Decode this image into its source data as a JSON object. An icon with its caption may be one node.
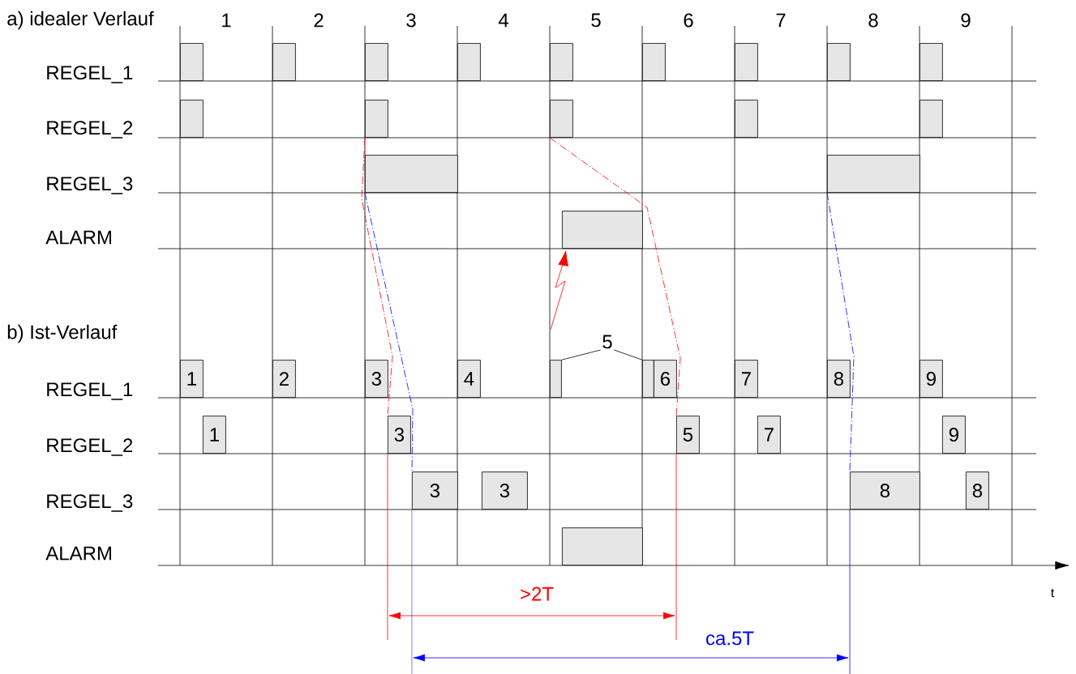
{
  "diagram": {
    "nodes": [
      {
        "text": [],
        "shape": "box"
      },
      {
        "text": [],
        "shape": "box"
      },
      {
        "text": [],
        "shape": "box"
      },
      {
        "text": [],
        "shape": "box"
      },
      {
        "text": [],
        "shape": "box"
      },
      {
        "text": [],
        "shape": "box"
      },
      {
        "text": [],
        "shape": "box"
      },
      {
        "text": [],
        "shape": "box"
      },
      {
        "text": [],
        "shape": "box"
      },
      {
        "text": [],
        "shape": "box"
      },
      {
        "text": [],
        "shape": "box"
      },
      {
        "text": [],
        "shape": "box"
      },
      {
        "text": [],
        "shape": "box"
      },
      {
        "text": [],
        "shape": "box"
      },
      {
        "text": [],
        "shape": "box"
      },
      {
        "text": [],
        "shape": "box"
      },
      {
        "text": [],
        "shape": "box"
      },
      {
        "text": [
          "5"
        ]
      },
      {
        "text": [
          "1"
        ]
      },
      {
        "text": [
          "2"
        ]
      },
      {
        "text": [
          "3"
        ]
      },
      {
        "text": [
          "4"
        ]
      },
      {
        "text": [],
        "shape": "box"
      },
      {
        "text": [],
        "shape": "box"
      },
      {
        "text": [
          "6"
        ]
      },
      {
        "text": [
          "7"
        ]
      },
      {
        "text": [
          "8"
        ]
      },
      {
        "text": [
          "9"
        ]
      },
      {
        "text": [
          "1"
        ]
      },
      {
        "text": [
          "3"
        ]
      },
      {
        "text": [
          "5"
        ]
      },
      {
        "text": [
          "7"
        ]
      },
      {
        "text": [
          "9"
        ]
      },
      {
        "text": [
          "3"
        ]
      },
      {
        "text": [
          "3"
        ]
      },
      {
        "text": [
          "8"
        ]
      },
      {
        "text": [
          "8"
        ]
      },
      {
        "text": [],
        "shape": "box"
      }
    ],
    "edges": [
      {
        "from": 10,
        "to": 29,
        "arrow": "none",
        "style": "dashed",
        "color": "#ff0000"
      },
      {
        "from": 14,
        "to": 33,
        "arrow": "none",
        "style": "dashed",
        "color": "#0000ff"
      },
      {
        "from": 11,
        "to": 30,
        "arrow": "none",
        "style": "dashed",
        "color": "#ff0000"
      },
      {
        "from": 15,
        "to": 35,
        "arrow": "none",
        "style": "dashed",
        "color": "#0000ff"
      },
      {
        "from": null,
        "to": 16,
        "arrow": "to",
        "color": "#ff0000"
      },
      {
        "from": 17,
        "to": 22,
        "arrow": "none",
        "color": "#000000"
      },
      {
        "from": 17,
        "to": 23,
        "arrow": "none",
        "color": "#000000"
      }
    ],
    "labels": [
      "a) idealer Verlauf",
      "1",
      "2",
      "3",
      "4",
      "5",
      "6",
      "7",
      "8",
      "9",
      "REGEL_1",
      "REGEL_2",
      "REGEL_3",
      "ALARM",
      "b) Ist-Verlauf",
      "REGEL_1",
      "REGEL_2",
      "REGEL_3",
      "ALARM",
      ">2T",
      "ca.5T",
      "t"
    ]
  }
}
